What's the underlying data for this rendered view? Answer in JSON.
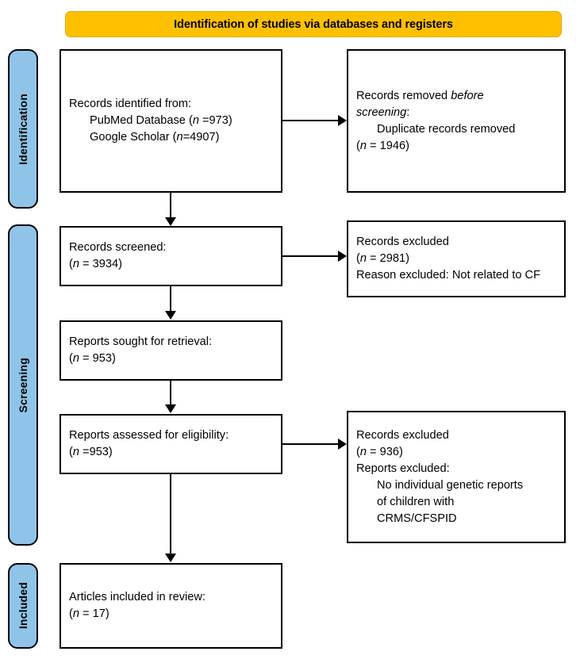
{
  "banner": {
    "title": "Identification of studies via databases and registers"
  },
  "colors": {
    "banner_bg": "#FFC000",
    "stage_bg": "#8FC4E8",
    "box_border": "#000000",
    "text": "#000000"
  },
  "stages": [
    {
      "id": "identification",
      "label": "Identification"
    },
    {
      "id": "screening",
      "label": "Screening"
    },
    {
      "id": "included",
      "label": "Included"
    }
  ],
  "boxes": {
    "identified": {
      "line1": "Records identified from:",
      "line2_prefix": "PubMed Database (",
      "line2_italic": "n",
      "line2_suffix": " =973)",
      "line3_prefix": "Google Scholar (",
      "line3_italic": "n",
      "line3_suffix": "=4907)"
    },
    "removed": {
      "line1_prefix": "Records removed ",
      "line1_italic": "before",
      "line2_italic": "screening",
      "line2_suffix": ":",
      "line3": "Duplicate records removed",
      "line4_prefix": "(",
      "line4_italic": "n",
      "line4_suffix": " = 1946)"
    },
    "screened": {
      "line1": "Records screened:",
      "line2_prefix": "(",
      "line2_italic": "n",
      "line2_suffix": " = 3934)"
    },
    "excluded_1": {
      "line1": "Records excluded",
      "line2_prefix": "(",
      "line2_italic": "n",
      "line2_suffix": " = 2981)",
      "line3": "Reason excluded: Not related to CF"
    },
    "sought": {
      "line1": "Reports sought for retrieval:",
      "line2_prefix": "(",
      "line2_italic": "n",
      "line2_suffix": " = 953)"
    },
    "assessed": {
      "line1": "Reports assessed for eligibility:",
      "line2_prefix": "(",
      "line2_italic": "n",
      "line2_suffix": " =953)"
    },
    "excluded_2": {
      "line1": "Records excluded",
      "line2_prefix": "(",
      "line2_italic": "n",
      "line2_suffix": " = 936)",
      "line3": "Reports excluded:",
      "line4": "No individual genetic reports",
      "line5": "of children with",
      "line6": "CRMS/CFSPID"
    },
    "included": {
      "line1": "Articles included in review:",
      "line2_prefix": "(",
      "line2_italic": "n",
      "line2_suffix": " = 17)"
    }
  },
  "flow_counts": {
    "pubmed": 973,
    "google_scholar": 4907,
    "duplicates_removed": 1946,
    "records_screened": 3934,
    "records_excluded_screening": 2981,
    "reports_sought": 953,
    "reports_assessed": 953,
    "records_excluded_eligibility": 936,
    "articles_included": 17
  }
}
